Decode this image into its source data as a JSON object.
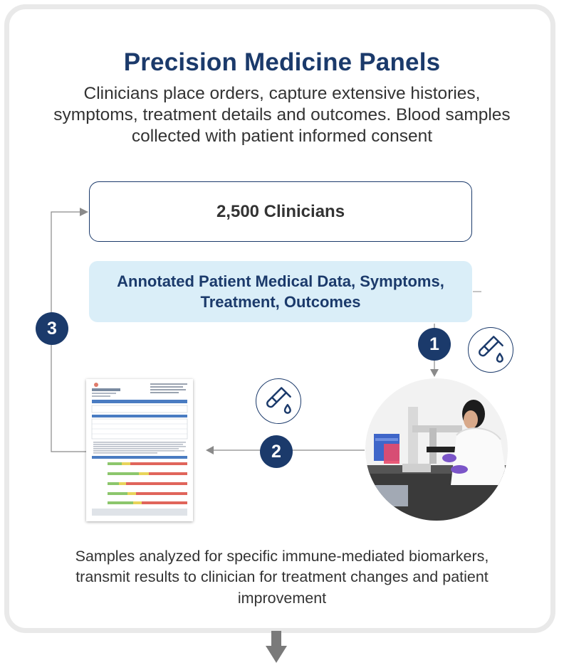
{
  "title": "Precision Medicine Panels",
  "subtitle": "Clinicians place orders, capture extensive histories, symptoms, treatment details and outcomes. Blood samples collected with patient informed consent",
  "clinicians_box": "2,500 Clinicians",
  "data_box": {
    "line1": "Annotated Patient Medical Data, Symptoms,",
    "line2": "Treatment, Outcomes"
  },
  "steps": [
    "1",
    "2",
    "3"
  ],
  "bottom_text": "Samples analyzed for specific immune-mediated biomarkers, transmit results to clinician for treatment changes and patient improvement",
  "icons": [
    "blood-sample-tube-icon",
    "blood-sample-tube-icon"
  ],
  "images": [
    "lab-test-report",
    "lab-technician-microscope-photo"
  ],
  "colors": {
    "navy": "#1b3a6b",
    "light_blue": "#daeef8",
    "card_border": "#e9e9e9",
    "text": "#333333",
    "connector": "#8a8a8a"
  }
}
